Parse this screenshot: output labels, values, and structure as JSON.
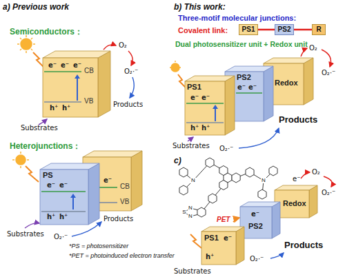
{
  "diagram": {
    "nodes": [
      {
        "text": [
          "e⁻",
          "e⁻",
          "e⁻",
          "CB",
          "VB",
          "h⁺",
          "h⁺"
        ]
      },
      {
        "text": [
          "PS",
          "e⁻",
          "e⁻",
          "h⁺",
          "h⁺"
        ]
      },
      {
        "text": [
          "e⁻",
          "CB",
          "VB"
        ]
      },
      {
        "text": [
          "PS1"
        ]
      },
      {
        "text": [
          "PS2"
        ]
      },
      {
        "text": [
          "R"
        ]
      },
      {
        "text": [
          "PS1",
          "e⁻",
          "e⁻",
          "h⁺",
          "h⁺"
        ]
      },
      {
        "text": [
          "PS2",
          "e⁻",
          "e⁻"
        ]
      },
      {
        "text": [
          "Redox"
        ]
      },
      {
        "text": [
          "PS1",
          "e⁻",
          "h⁺"
        ]
      },
      {
        "text": [
          "PS2",
          "e⁻"
        ]
      },
      {
        "text": [
          "Redox"
        ]
      }
    ],
    "edges": [
      {
        "from": 3,
        "to": 4,
        "arrow": "none"
      },
      {
        "from": 4,
        "to": 5,
        "arrow": "none"
      }
    ],
    "labels": [
      "a) Previous work",
      "Semiconductors：",
      "O₂",
      "O₂·⁻",
      "Products",
      "Substrates",
      "Heterojunctions：",
      "Substrates",
      "O₂·⁻",
      "Products",
      "*PS = photosensitizer",
      "*PET = photoinduced electron transfer",
      "b) This work:",
      "Three-motif molecular junctions:",
      "Covalent link:",
      "Dual photosensitizer unit + Redox unit",
      "O₂",
      "O₂·⁻",
      "Substrates",
      "O₂·⁻",
      "Products",
      "c)",
      "N",
      "N",
      "S",
      "N",
      "N",
      "e⁻",
      "O₂",
      "O₂·⁻",
      "PET",
      "Products",
      "O₂·⁻",
      "Substrates"
    ]
  }
}
